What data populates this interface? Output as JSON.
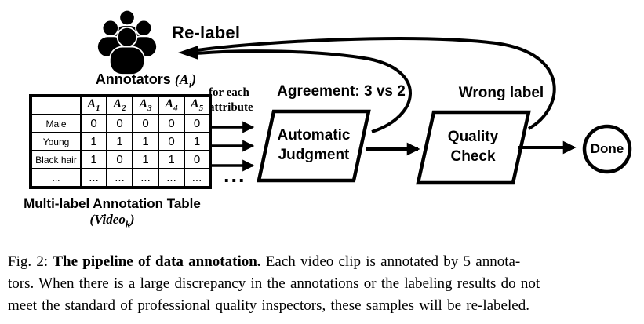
{
  "colors": {
    "ink": "#000000",
    "background": "#ffffff"
  },
  "relabel_label": "Re-label",
  "annotators": {
    "label": "Annotators",
    "symbol_prefix": "(A",
    "symbol_sub": "i",
    "symbol_suffix": ")"
  },
  "for_each": {
    "line1": "for each",
    "line2": "attribute"
  },
  "flow_ellipsis": "...",
  "annotation_table": {
    "col_var": "A",
    "col_subs": [
      "1",
      "2",
      "3",
      "4",
      "5"
    ],
    "rows": [
      {
        "label": "Male",
        "values": [
          "0",
          "0",
          "0",
          "0",
          "0"
        ]
      },
      {
        "label": "Young",
        "values": [
          "1",
          "1",
          "1",
          "0",
          "1"
        ]
      },
      {
        "label": "Black hair",
        "values": [
          "1",
          "0",
          "1",
          "1",
          "0"
        ]
      },
      {
        "label": "...",
        "values": [
          "...",
          "...",
          "...",
          "...",
          "..."
        ]
      }
    ],
    "title": "Multi-label Annotation Table",
    "subtitle": {
      "prefix": "(Video",
      "sub": "k",
      "suffix": ")"
    }
  },
  "nodes": {
    "agreement_label": "Agreement: 3 vs 2",
    "automatic_judgment": {
      "line1": "Automatic",
      "line2": "Judgment"
    },
    "wrong_label": "Wrong label",
    "quality_check": {
      "line1": "Quality",
      "line2": "Check"
    },
    "done": "Done"
  },
  "caption": {
    "line1_prefix": "Fig. 2: ",
    "line1_bold": "The pipeline of data annotation.",
    "line1_rest": " Each video clip is annotated by 5 annota-",
    "line2": "tors. When there is a large discrepancy in the annotations or the labeling results do not",
    "line3": "meet the standard of professional quality inspectors, these samples will be re-labeled."
  }
}
